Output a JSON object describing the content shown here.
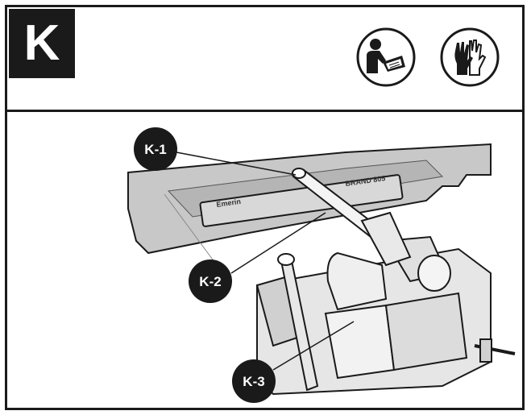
{
  "step": {
    "letter": "K"
  },
  "icons": [
    {
      "name": "read-manual-icon"
    },
    {
      "name": "protective-gloves-icon"
    }
  ],
  "callouts": {
    "k1": "K-1",
    "k2": "K-2",
    "k3": "K-3"
  },
  "colors": {
    "ink": "#1a1a1a",
    "blade_fill": "#c8c8c8",
    "vise_fill": "#e6e6e6"
  }
}
